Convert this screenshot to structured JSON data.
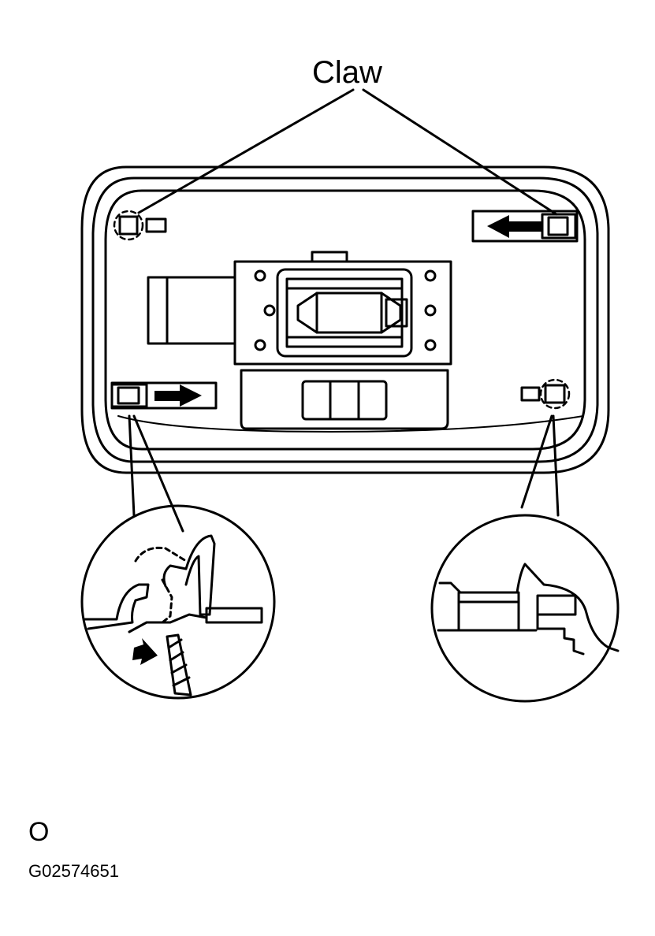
{
  "labels": {
    "claw": "Claw",
    "note_mark": "O",
    "figure_id": "G02574651"
  },
  "colors": {
    "line": "#000000",
    "background": "#ffffff"
  },
  "icons": [
    "arrow-left-icon",
    "arrow-right-icon",
    "removal-arrow-icon"
  ]
}
